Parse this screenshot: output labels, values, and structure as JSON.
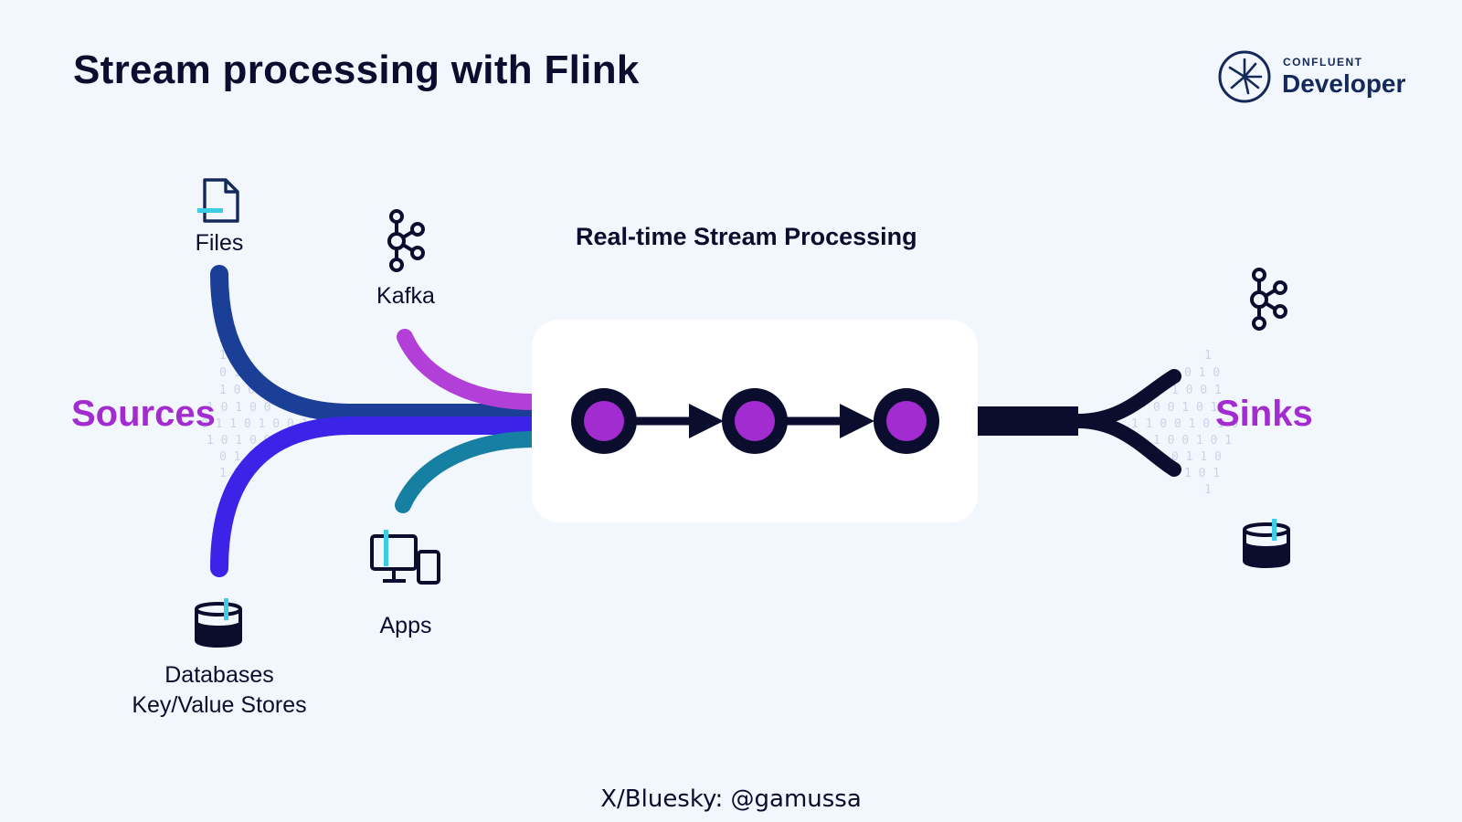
{
  "title": "Stream processing with Flink",
  "logo": {
    "brand": "CONFLUENT",
    "product": "Developer"
  },
  "sources": {
    "heading": "Sources",
    "items": [
      {
        "label": "Files",
        "icon": "file-icon"
      },
      {
        "label": "Kafka",
        "icon": "kafka-icon"
      },
      {
        "label": "Apps",
        "icon": "devices-icon"
      },
      {
        "label": "Databases\nKey/Value Stores",
        "icon": "database-icon"
      }
    ]
  },
  "processing": {
    "label": "Real-time Stream Processing",
    "node_count": 3
  },
  "sinks": {
    "heading": "Sinks",
    "items": [
      {
        "icon": "kafka-icon"
      },
      {
        "icon": "database-icon"
      }
    ]
  },
  "footer": "X/Bluesky: @gamussa",
  "colors": {
    "background": "#f2f6fd",
    "accent_purple": "#a22ccf",
    "navy": "#0b0d2e",
    "stream_files": "#1b3e96",
    "stream_databases": "#3b24e8",
    "stream_kafka": "#b13fd8",
    "stream_apps": "#1680a3",
    "cyan": "#3ccde6"
  }
}
